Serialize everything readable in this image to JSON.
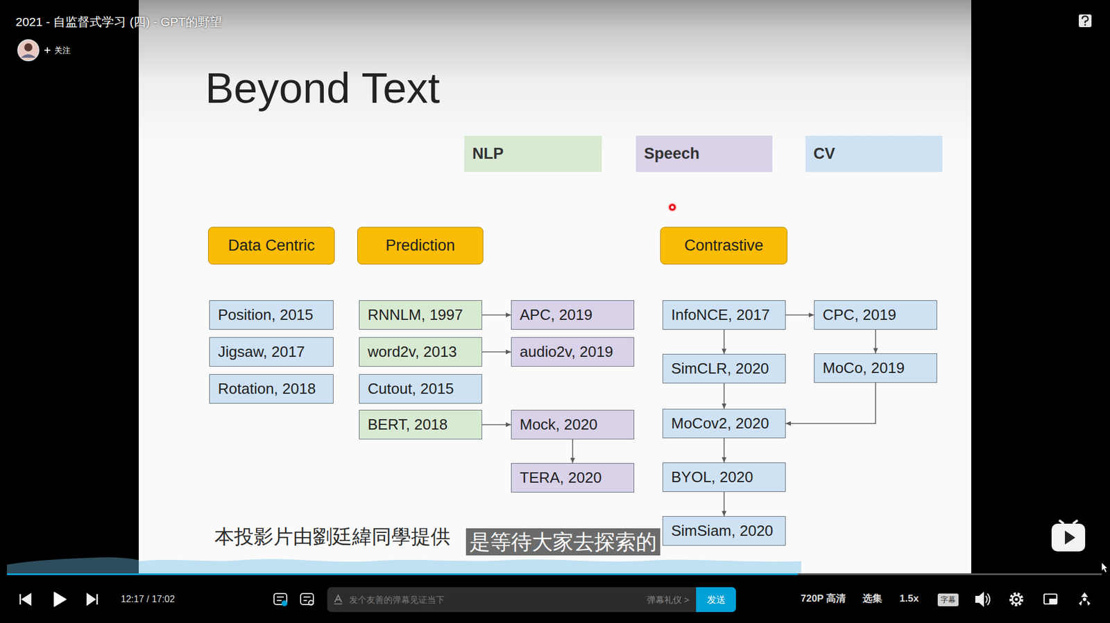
{
  "diagram": {
    "title": "Beyond Text",
    "nodes": [
      {
        "text": [
          "Data Centric"
        ]
      },
      {
        "text": [
          "Prediction"
        ]
      },
      {
        "text": [
          "Contrastive"
        ]
      },
      {
        "text": [
          "Position, 2015"
        ]
      },
      {
        "text": [
          "Jigsaw, 2017"
        ]
      },
      {
        "text": [
          "Rotation, 2018"
        ]
      },
      {
        "text": [
          "RNNLM, 1997"
        ]
      },
      {
        "text": [
          "APC, 2019"
        ]
      },
      {
        "text": [
          "word2v, 2013"
        ]
      },
      {
        "text": [
          "audio2v, 2019"
        ]
      },
      {
        "text": [
          "Cutout, 2015"
        ]
      },
      {
        "text": [
          "BERT, 2018"
        ]
      },
      {
        "text": [
          "Mock, 2020"
        ]
      },
      {
        "text": [
          "TERA, 2020"
        ]
      },
      {
        "text": [
          "InfoNCE, 2017"
        ]
      },
      {
        "text": [
          "CPC, 2019"
        ]
      },
      {
        "text": [
          "SimCLR, 2020"
        ]
      },
      {
        "text": [
          "MoCo, 2019"
        ]
      },
      {
        "text": [
          "MoCov2, 2020"
        ]
      },
      {
        "text": [
          "BYOL, 2020"
        ]
      },
      {
        "text": [
          "SimSiam, 2020"
        ]
      },
      {
        "text": [
          "发个友善的弹幕见证当下",
          "弹幕礼仪 >"
        ]
      },
      {
        "text": [
          "发送"
        ],
        "in": 21
      },
      {
        "text": [
          "字幕"
        ]
      }
    ],
    "edges": [
      {
        "from": 6,
        "to": 7,
        "arrow": "to"
      },
      {
        "from": 8,
        "to": 9,
        "arrow": "to"
      },
      {
        "from": 11,
        "to": 12,
        "arrow": "to"
      },
      {
        "from": 12,
        "to": 13,
        "arrow": "to"
      },
      {
        "from": 14,
        "to": 15,
        "arrow": "to"
      },
      {
        "from": 14,
        "to": 16,
        "arrow": "to"
      },
      {
        "from": 15,
        "to": 17,
        "arrow": "to"
      },
      {
        "from": 16,
        "to": 18,
        "arrow": "to"
      },
      {
        "from": 17,
        "to": 18,
        "arrow": "to"
      },
      {
        "from": 18,
        "to": 19,
        "arrow": "to"
      },
      {
        "from": 19,
        "to": 20,
        "arrow": "to"
      }
    ],
    "labels": [
      "2021 - 自监督式学习 (四) - GPT的野望",
      "关注",
      "本投影片由劉廷緯同學提供",
      "是等待大家去探索的",
      "12:17 / 17:02",
      "720P 高清",
      "选集",
      "1.5x"
    ],
    "legend": [
      {
        "text": "NLP",
        "color": "#d9ead3"
      },
      {
        "text": "Speech",
        "color": "#d9d2e9"
      },
      {
        "text": "CV",
        "color": "#cfe2f3"
      }
    ]
  }
}
